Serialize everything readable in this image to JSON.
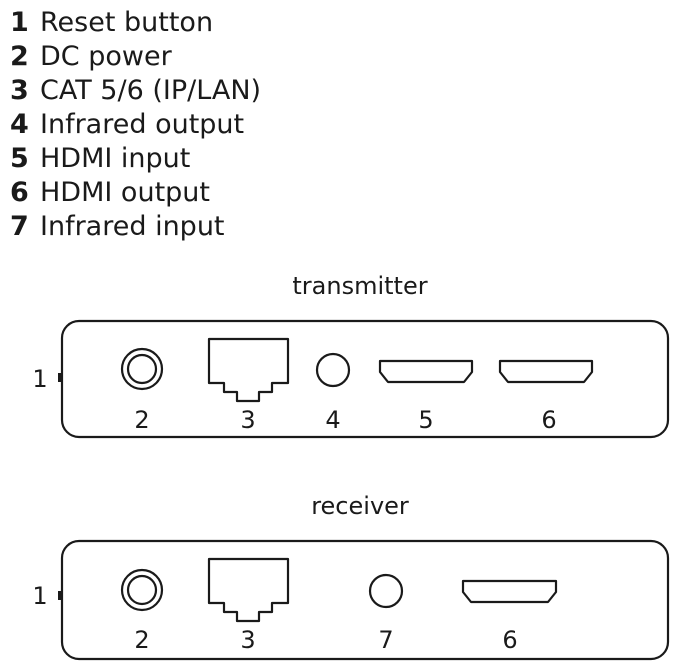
{
  "legend": [
    {
      "num": "1",
      "label": "Reset button"
    },
    {
      "num": "2",
      "label": "DC power"
    },
    {
      "num": "3",
      "label": "CAT 5/6 (IP/LAN)"
    },
    {
      "num": "4",
      "label": "Infrared output"
    },
    {
      "num": "5",
      "label": "HDMI input"
    },
    {
      "num": "6",
      "label": "HDMI output"
    },
    {
      "num": "7",
      "label": "Infrared input"
    }
  ],
  "transmitter": {
    "title": "transmitter",
    "reset_label": "1",
    "ports": [
      {
        "type": "dc-power",
        "label": "2"
      },
      {
        "type": "rj45",
        "label": "3"
      },
      {
        "type": "infrared",
        "label": "4"
      },
      {
        "type": "hdmi",
        "label": "5"
      },
      {
        "type": "hdmi",
        "label": "6"
      }
    ]
  },
  "receiver": {
    "title": "receiver",
    "reset_label": "1",
    "ports": [
      {
        "type": "dc-power",
        "label": "2"
      },
      {
        "type": "rj45",
        "label": "3"
      },
      {
        "type": "infrared",
        "label": "7"
      },
      {
        "type": "hdmi",
        "label": "6"
      }
    ]
  }
}
